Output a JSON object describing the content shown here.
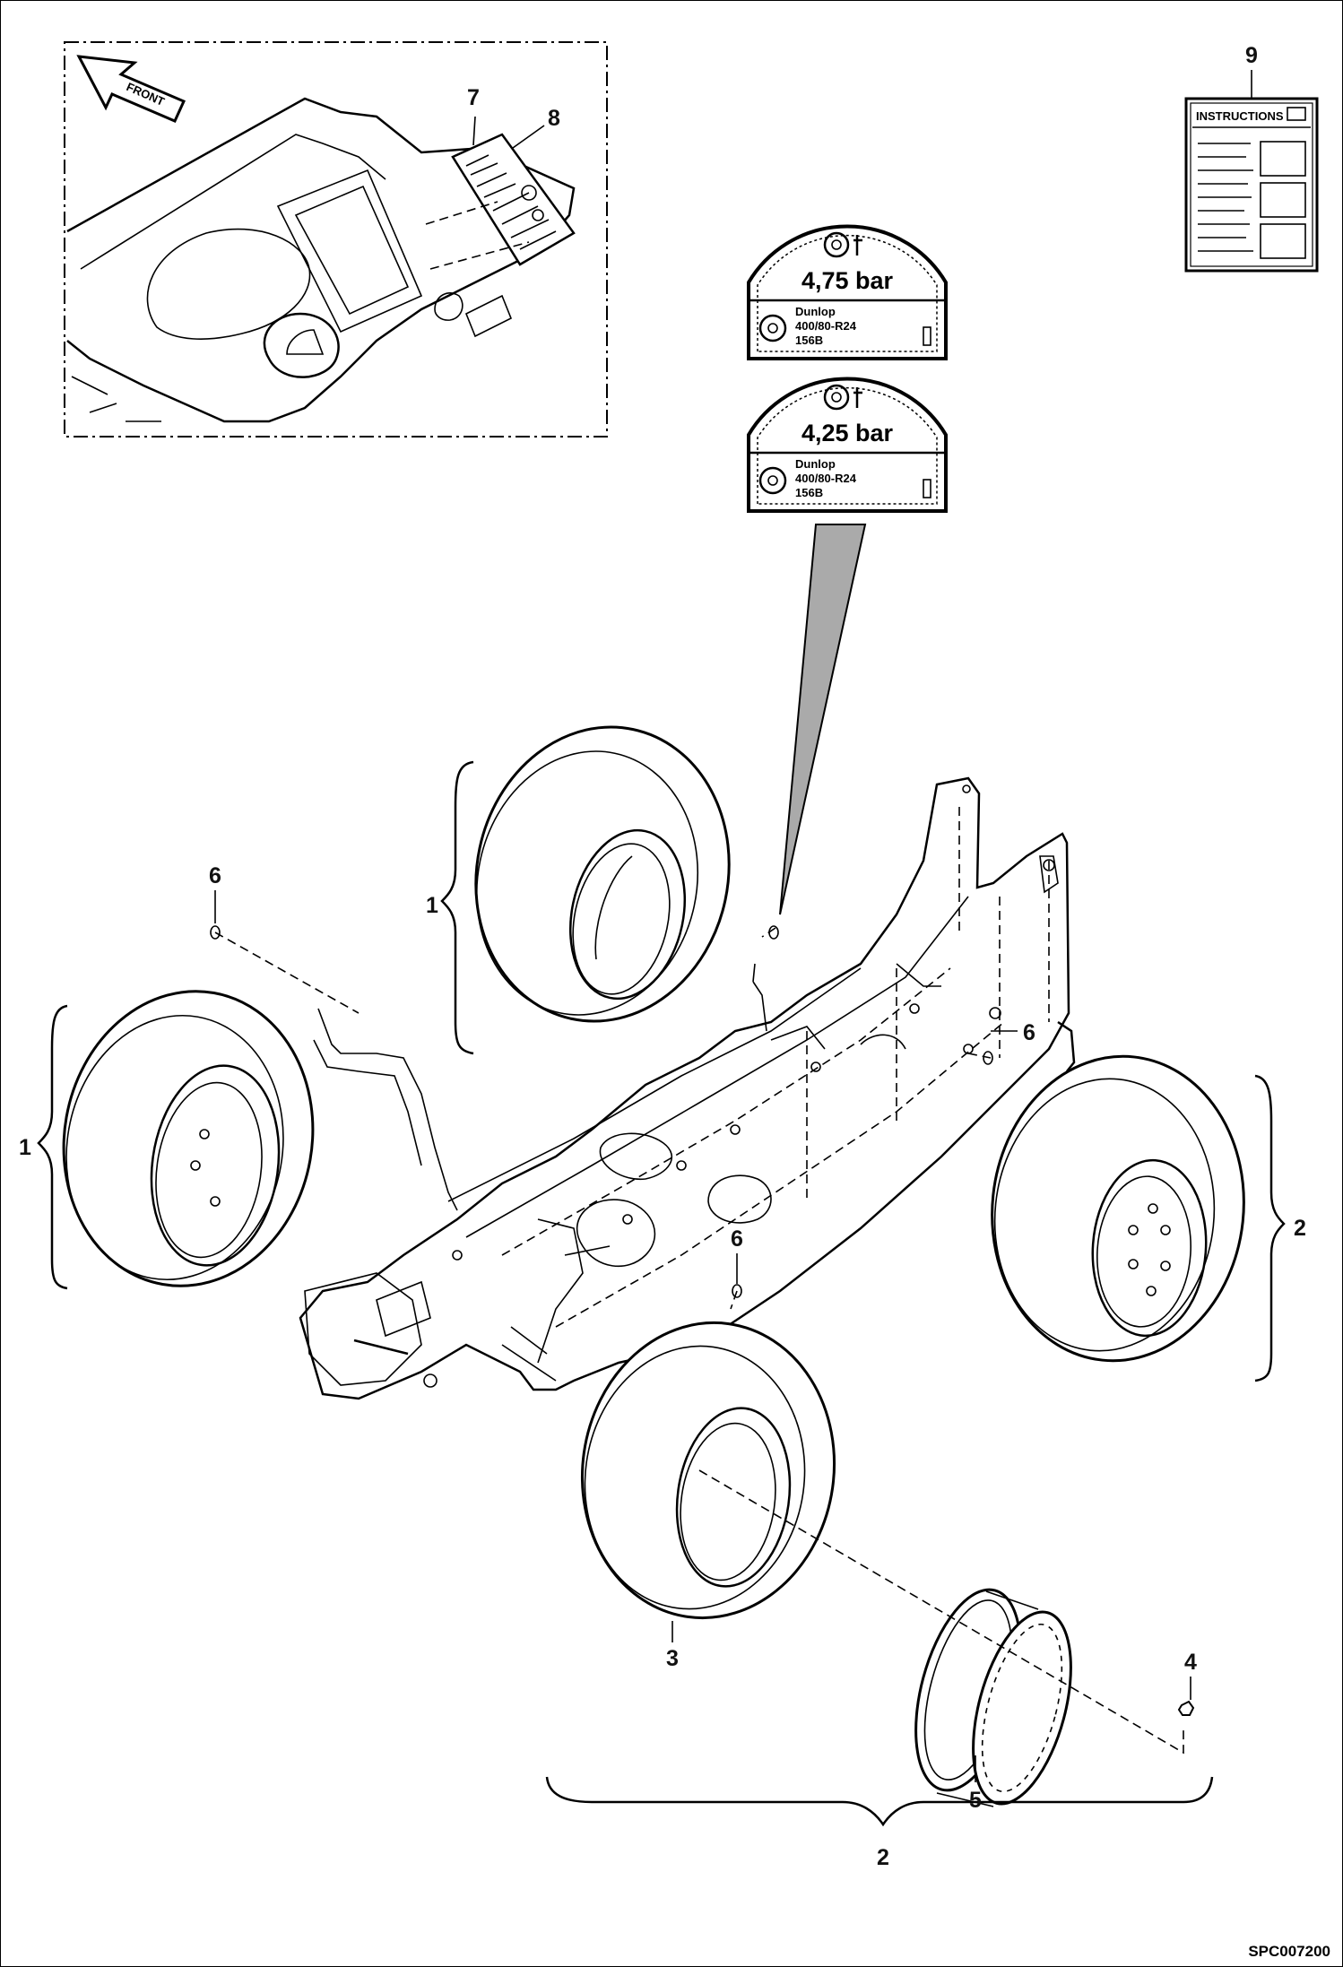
{
  "callouts": {
    "c1": "1",
    "c2": "2",
    "c3": "3",
    "c4": "4",
    "c5": "5",
    "c6": "6",
    "c7": "7",
    "c8": "8",
    "c9": "9"
  },
  "decal_high": {
    "pressure": "4,75 bar",
    "brand": "Dunlop",
    "size": "400/80-R24",
    "load": "156B"
  },
  "decal_low": {
    "pressure": "4,25 bar",
    "brand": "Dunlop",
    "size": "400/80-R24",
    "load": "156B"
  },
  "instructions_label": "INSTRUCTIONS",
  "front_label": "FRONT",
  "drawing_code": "SPC007200"
}
